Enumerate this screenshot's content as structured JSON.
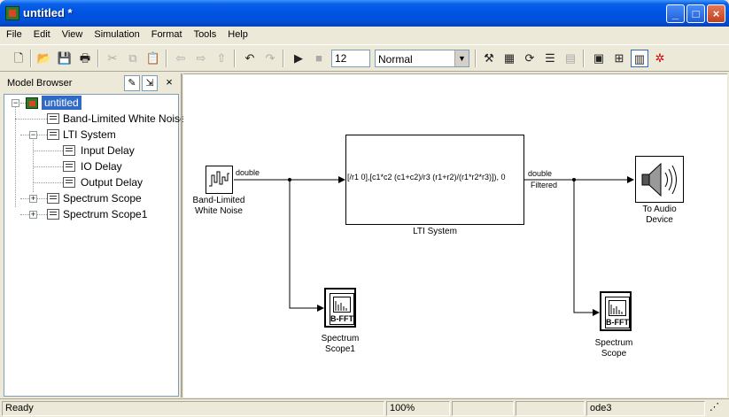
{
  "window": {
    "title": "untitled *"
  },
  "menu": [
    "File",
    "Edit",
    "View",
    "Simulation",
    "Format",
    "Tools",
    "Help"
  ],
  "toolbar": {
    "stop_time": "12",
    "sim_mode": "Normal"
  },
  "browser": {
    "title": "Model Browser",
    "tree": [
      {
        "label": "untitled",
        "level": 0,
        "expanded": true,
        "selected": true
      },
      {
        "label": "Band-Limited White Noise",
        "level": 1
      },
      {
        "label": "LTI System",
        "level": 1,
        "expanded": true
      },
      {
        "label": "Input Delay",
        "level": 2
      },
      {
        "label": "IO Delay",
        "level": 2
      },
      {
        "label": "Output Delay",
        "level": 2
      },
      {
        "label": "Spectrum Scope",
        "level": 1,
        "expanded": false
      },
      {
        "label": "Spectrum Scope1",
        "level": 1,
        "expanded": false
      }
    ]
  },
  "diagram": {
    "noise": {
      "label_l1": "Band-Limited",
      "label_l2": "White Noise",
      "out_type": "double"
    },
    "lti": {
      "expr": "[/r1 0],[c1*c2 (c1+c2)/r3 (r1+r2)/(r1*r2*r3)]), 0",
      "label": "LTI System",
      "out_type": "double",
      "out_name": "Filtered"
    },
    "audio": {
      "label_l1": "To Audio",
      "label_l2": "Device"
    },
    "scope1": {
      "fft": "B-FFT",
      "label_l1": "Spectrum",
      "label_l2": "Scope1"
    },
    "scope": {
      "fft": "B-FFT",
      "label_l1": "Spectrum",
      "label_l2": "Scope"
    }
  },
  "status": {
    "state": "Ready",
    "zoom": "100%",
    "solver": "ode3"
  }
}
